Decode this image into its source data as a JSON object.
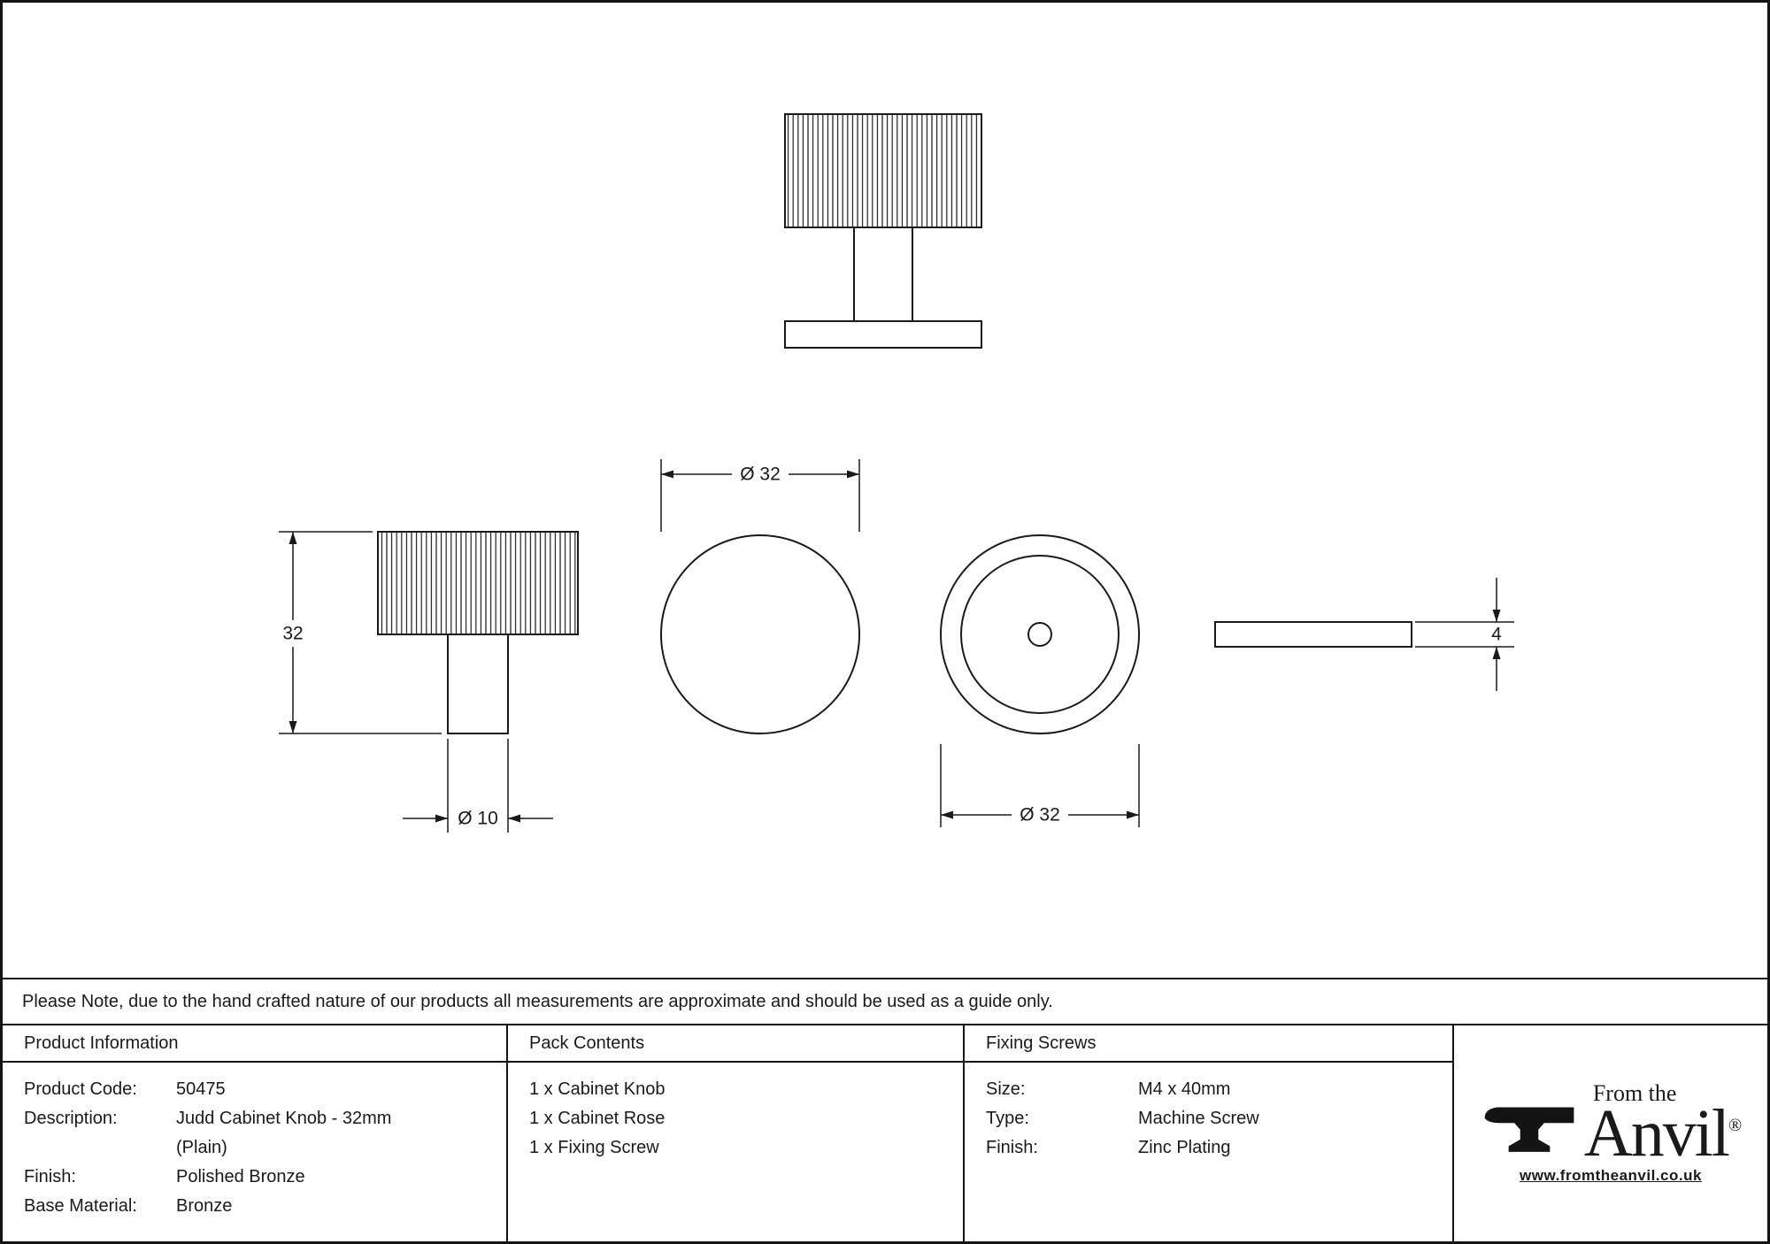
{
  "note": "Please Note, due to the hand crafted nature of our products all measurements are approximate and should be used as a guide only.",
  "dims": {
    "side_height": "32",
    "stem_diameter": "Ø 10",
    "front_diameter": "Ø 32",
    "back_diameter": "Ø 32",
    "rose_thickness": "4"
  },
  "table": {
    "product_info": {
      "header": "Product Information",
      "rows": [
        {
          "label": "Product Code:",
          "value": "50475"
        },
        {
          "label": "Description:",
          "value": "Judd Cabinet Knob - 32mm"
        },
        {
          "label": "",
          "value": "(Plain)"
        },
        {
          "label": "Finish:",
          "value": "Polished Bronze"
        },
        {
          "label": "Base Material:",
          "value": "Bronze"
        }
      ]
    },
    "pack_contents": {
      "header": "Pack Contents",
      "items": [
        "1 x Cabinet Knob",
        "1 x Cabinet Rose",
        "1 x Fixing Screw"
      ]
    },
    "fixing_screws": {
      "header": "Fixing Screws",
      "rows": [
        {
          "label": "Size:",
          "value": "M4 x 40mm"
        },
        {
          "label": "Type:",
          "value": "Machine Screw"
        },
        {
          "label": "Finish:",
          "value": "Zinc Plating"
        }
      ]
    }
  },
  "logo": {
    "from_the": "From the",
    "brand": "Anvil",
    "registered": "®",
    "website": "www.fromtheanvil.co.uk"
  }
}
